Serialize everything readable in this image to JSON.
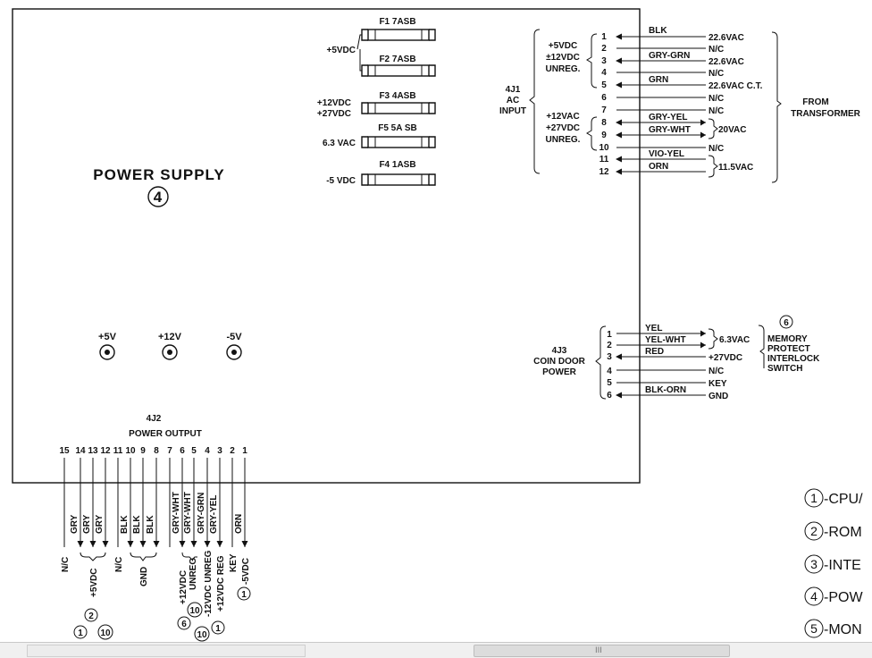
{
  "power_supply": {
    "title": "POWER SUPPLY",
    "ref": "4"
  },
  "fuses": [
    {
      "label": "F1 7ASB"
    },
    {
      "label": "F2 7ASB"
    },
    {
      "label": "F3 4ASB"
    },
    {
      "label": "F5 5A SB"
    },
    {
      "label": "F4 1ASB"
    }
  ],
  "fuse_group_labels": {
    "plus5": "+5VDC",
    "plus12": "+12VDC",
    "plus27": "+27VDC",
    "vac63": "6.3 VAC",
    "minus5": "-5 VDC"
  },
  "test_points": [
    {
      "label": "+5V"
    },
    {
      "label": "+12V"
    },
    {
      "label": "-5V"
    }
  ],
  "j1": {
    "title_lines": [
      "4J1",
      "AC",
      "INPUT"
    ],
    "group_a_lines": [
      "+5VDC",
      "±12VDC",
      "UNREG."
    ],
    "group_b_lines": [
      "+12VAC",
      "+27VDC",
      "UNREG."
    ],
    "pins": [
      "1",
      "2",
      "3",
      "4",
      "5",
      "6",
      "7",
      "8",
      "9",
      "10",
      "11",
      "12"
    ],
    "wires": [
      "BLK",
      "GRY-GRN",
      "GRN",
      "GRY-YEL",
      "GRY-WHT",
      "VIO-YEL",
      "ORN"
    ],
    "signals": [
      "22.6VAC",
      "N/C",
      "22.6VAC",
      "N/C",
      "22.6VAC C.T.",
      "N/C",
      "N/C",
      "20VAC",
      "N/C",
      "11.5VAC"
    ],
    "source_lines": [
      "FROM",
      "TRANSFORMER"
    ]
  },
  "j3": {
    "title_lines": [
      "4J3",
      "COIN DOOR",
      "POWER"
    ],
    "pins": [
      "1",
      "2",
      "3",
      "4",
      "5",
      "6"
    ],
    "wires": [
      "YEL",
      "YEL-WHT",
      "RED",
      "BLK-ORN"
    ],
    "signals": [
      "6.3VAC",
      "+27VDC",
      "N/C",
      "KEY",
      "GND"
    ],
    "dest_ref": "6",
    "dest_lines": [
      "MEMORY",
      "PROTECT",
      "INTERLOCK",
      "SWITCH"
    ]
  },
  "j2": {
    "title": "4J2",
    "subtitle": "POWER OUTPUT",
    "pins": [
      "15",
      "14",
      "13",
      "12",
      "11",
      "10",
      "9",
      "8",
      "7",
      "6",
      "5",
      "4",
      "3",
      "2",
      "1"
    ],
    "wires": [
      "GRY",
      "GRY",
      "GRY",
      "BLK",
      "BLK",
      "BLK",
      "GRY-WHT",
      "GRY-WHT",
      "GRY-GRN",
      "GRY-YEL",
      "ORN"
    ],
    "signals": [
      "N/C",
      "+5VDC",
      "N/C",
      "GND",
      "+12VDC",
      "UNREG",
      "-12VDC UNREG",
      "+12VDC REG",
      "KEY",
      "-5VDC"
    ],
    "refs": [
      "2",
      "1",
      "10",
      "6",
      "10",
      "10",
      "1",
      "1"
    ]
  },
  "legend": [
    {
      "num": "1",
      "text": "-CPU/"
    },
    {
      "num": "2",
      "text": "-ROM"
    },
    {
      "num": "3",
      "text": "-INTE"
    },
    {
      "num": "4",
      "text": "-POW"
    },
    {
      "num": "5",
      "text": "-MON"
    }
  ],
  "scrollbar": {
    "grip": "III"
  }
}
